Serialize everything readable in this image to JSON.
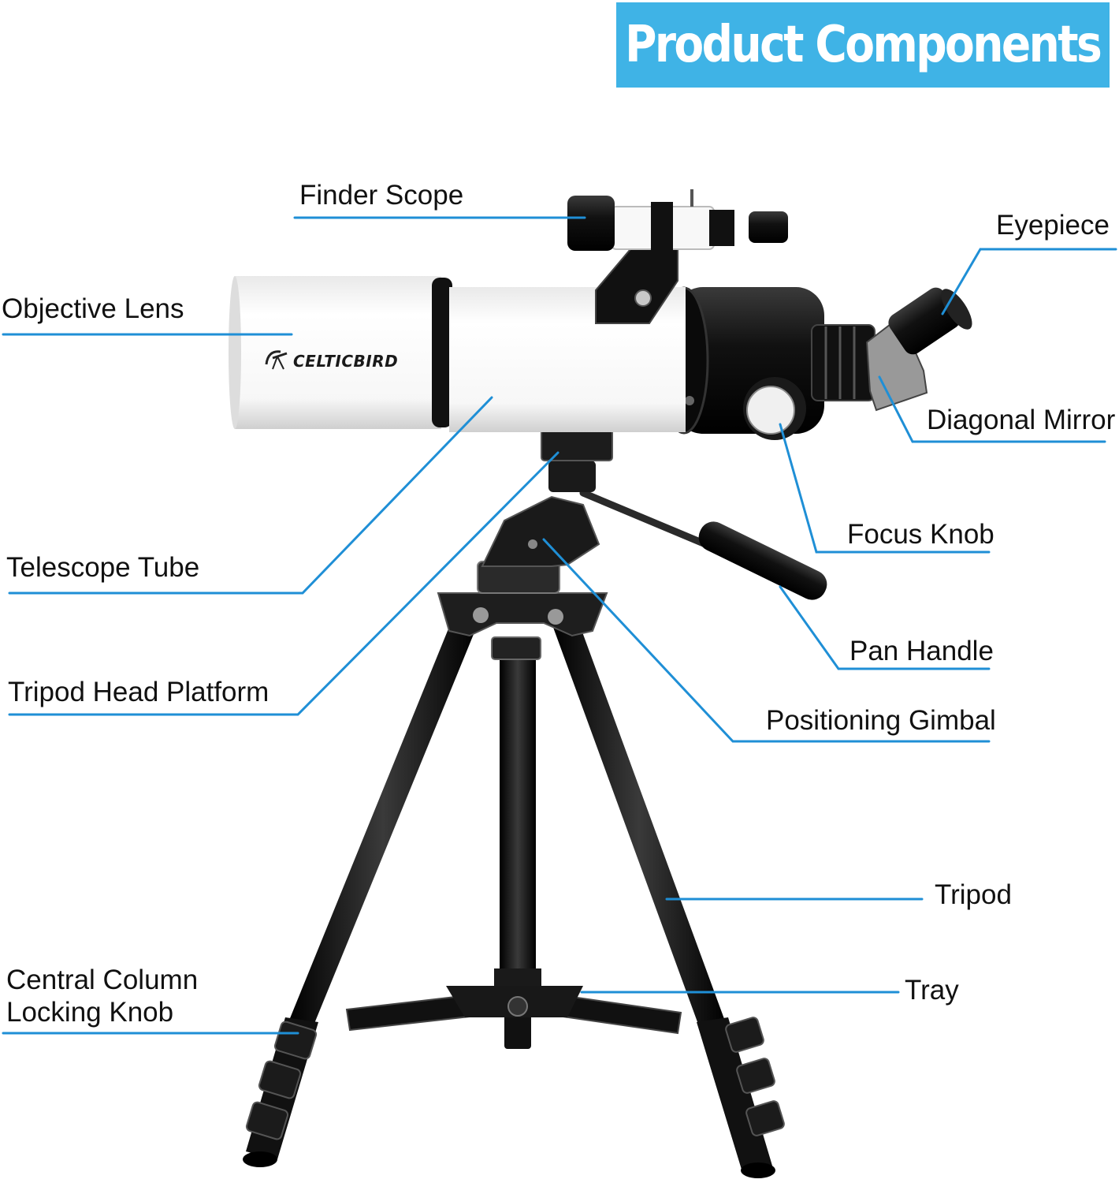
{
  "banner": {
    "title": "Product Components"
  },
  "brand": {
    "name": "CELTICBIRD"
  },
  "labels": {
    "finder_scope": "Finder Scope",
    "eyepiece": "Eyepiece",
    "objective_lens": "Objective Lens",
    "diagonal_mirror": "Diagonal Mirror",
    "focus_knob": "Focus Knob",
    "telescope_tube": "Telescope Tube",
    "pan_handle": "Pan Handle",
    "tripod_head_platform": "Tripod Head Platform",
    "positioning_gimbal": "Positioning Gimbal",
    "tripod": "Tripod",
    "tray": "Tray",
    "central_column_line1": "Central Column",
    "central_column_line2": "Locking Knob"
  },
  "colors": {
    "banner": "#3fb3e6",
    "leader_line": "#1f8fd6"
  }
}
